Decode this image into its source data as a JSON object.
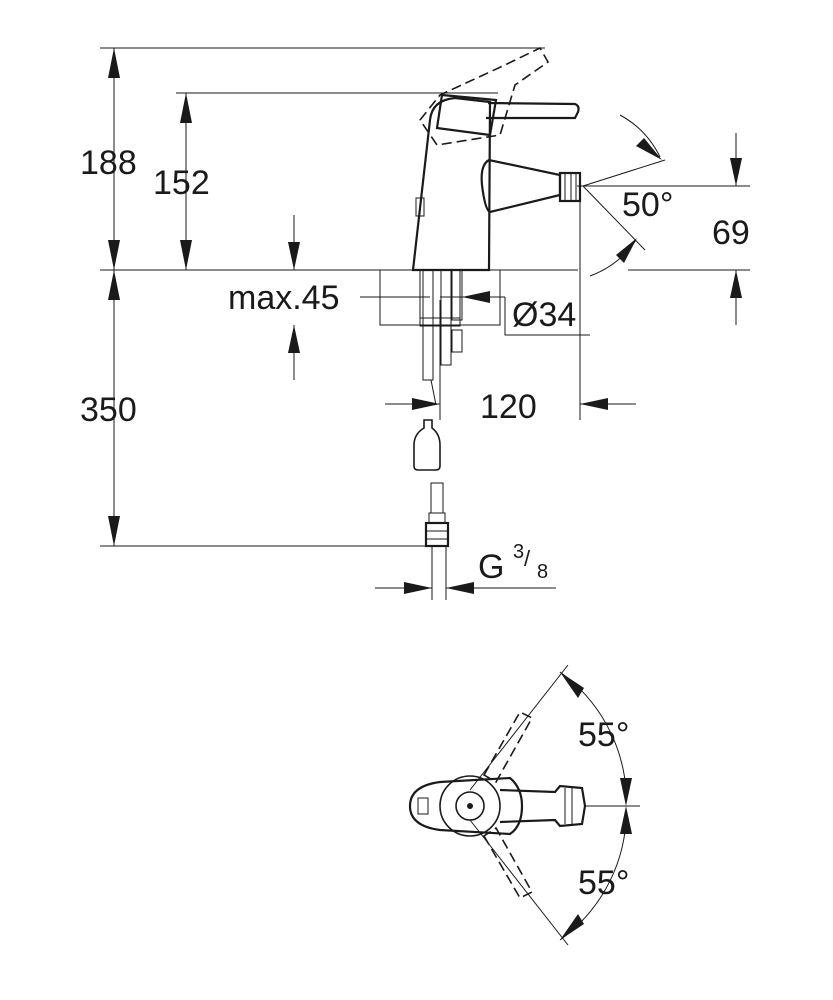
{
  "dimensions": {
    "total_height": "188",
    "spout_height": "152",
    "spout_projection_height": "69",
    "deck_thickness": "max.45",
    "hole_diameter": "Ø34",
    "spout_reach": "120",
    "hose_length": "350",
    "spout_angle": "50°",
    "thread_prefix": "G",
    "thread_numerator": "3",
    "thread_denominator": "8",
    "swivel_angle_top": "55°",
    "swivel_angle_bottom": "55°"
  }
}
